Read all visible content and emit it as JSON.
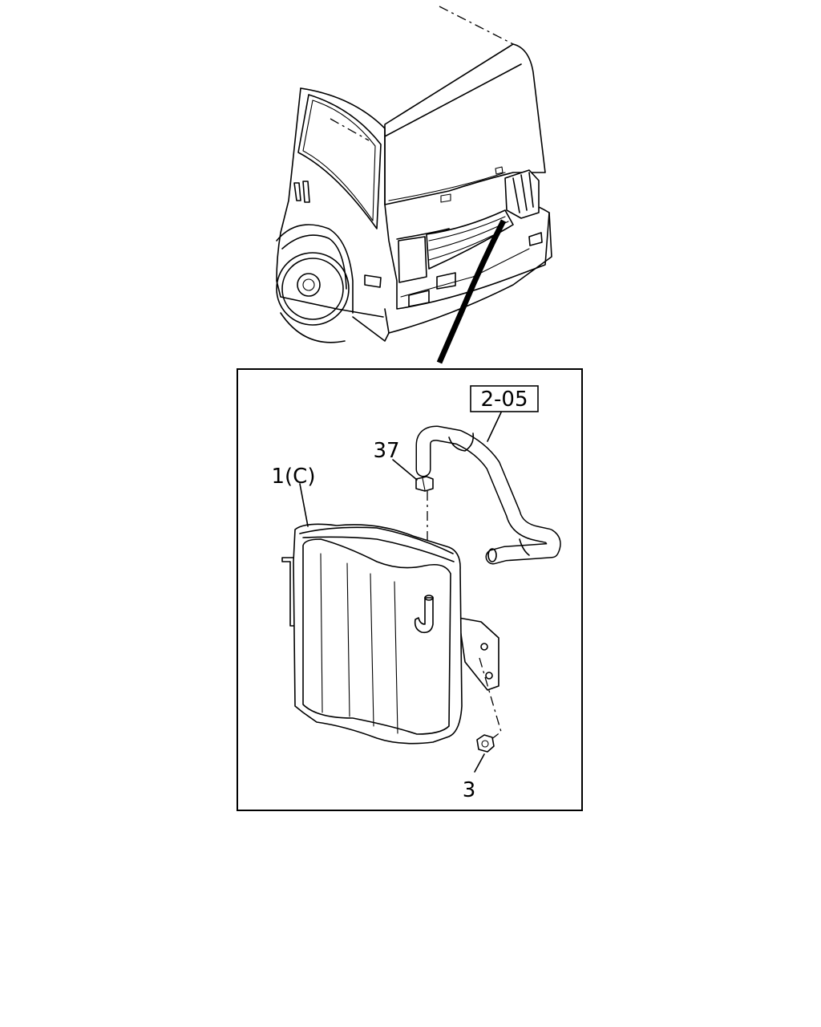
{
  "diagram": {
    "callouts": {
      "ref_box": "2-05",
      "part_37": "37",
      "part_1c": "1(C)",
      "part_3": "3"
    }
  }
}
